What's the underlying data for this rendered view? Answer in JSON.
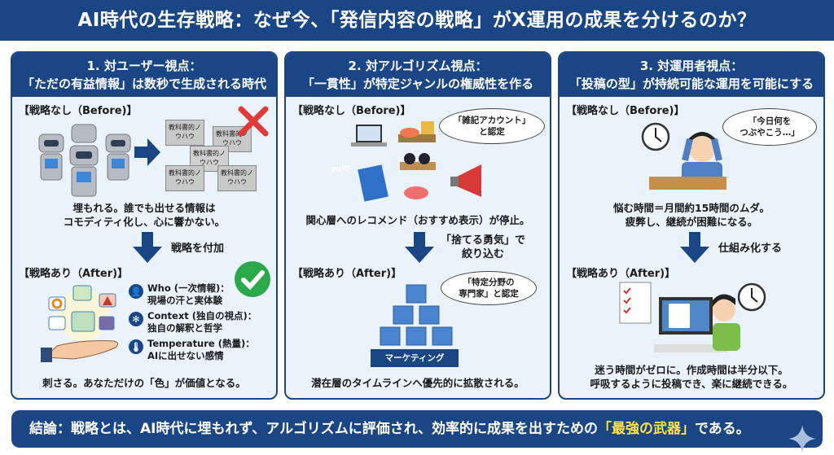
{
  "title": "AI時代の生存戦略：なぜ今、「発信内容の戦略」がX運用の成果を分けるのか？",
  "colors": {
    "primary": "#1b4685",
    "panel_bg": "#eaf2fb",
    "highlight": "#ffe14a",
    "bad": "#e03b3b",
    "good": "#2aa84a"
  },
  "panels": [
    {
      "heading1": "1. 対ユーザー視点：",
      "heading2": "「ただの有益情報」は数秒で生成される時代",
      "before_label": "【戦略なし（Before)】",
      "doc_label": "教科書的ノウハウ",
      "before_text1": "埋もれる。誰でも出せる情報は",
      "before_text2": "コモディティ化し、心に響かない。",
      "transition": "戦略を付加",
      "after_label": "【戦略あり（After)】",
      "items": [
        {
          "icon": "user-icon",
          "title": "Who (一次情報)：",
          "desc": "現場の汗と実体験"
        },
        {
          "icon": "brain-icon",
          "title": "Context (独自の視点)：",
          "desc": "独自の解釈と哲学"
        },
        {
          "icon": "thermometer-icon",
          "title": "Temperature (熱量)：",
          "desc": "AIに出せない感情"
        }
      ],
      "after_text": "刺さる。あなただけの「色」が価値となる。"
    },
    {
      "heading1": "2. 対アルゴリズム視点：",
      "heading2": "「一貫性」が特定ジャンルの権威性を作る",
      "before_label": "【戦略なし（Before)】",
      "bubble_before1": "「雑記アカウント」",
      "bubble_before2": "と認定",
      "magazine_label": "Poltc",
      "before_text1": "関心層へのレコメンド（おすすめ表示）が停止。",
      "transition1": "「捨てる勇気」で",
      "transition2": "絞り込む",
      "after_label": "【戦略あり（After)】",
      "bubble_after1": "「特定分野の",
      "bubble_after2": "専門家」と認定",
      "base_label": "マーケティング",
      "after_text": "潜在層のタイムラインへ優先的に拡散される。"
    },
    {
      "heading1": "3. 対運用者視点：",
      "heading2": "「投稿の型」が持続可能な運用を可能にする",
      "before_label": "【戦略なし（Before)】",
      "bubble1": "「今日何を",
      "bubble2": "つぶやこう…」",
      "before_text1": "悩む時間＝月間約15時間のムダ。",
      "before_text2": "疲弊し、継続が困難になる。",
      "transition": "仕組み化する",
      "after_label": "【戦略あり（After)】",
      "after_text1": "迷う時間がゼロに。作成時間は半分以下。",
      "after_text2": "呼吸するように投稿でき、楽に継続できる。"
    }
  ],
  "footer": {
    "pre": "結論：戦略とは、AI時代に埋もれず、アルゴリズムに評価され、効率的に成果を出すための",
    "highlight": "「最強の武器」",
    "post": "である。"
  }
}
